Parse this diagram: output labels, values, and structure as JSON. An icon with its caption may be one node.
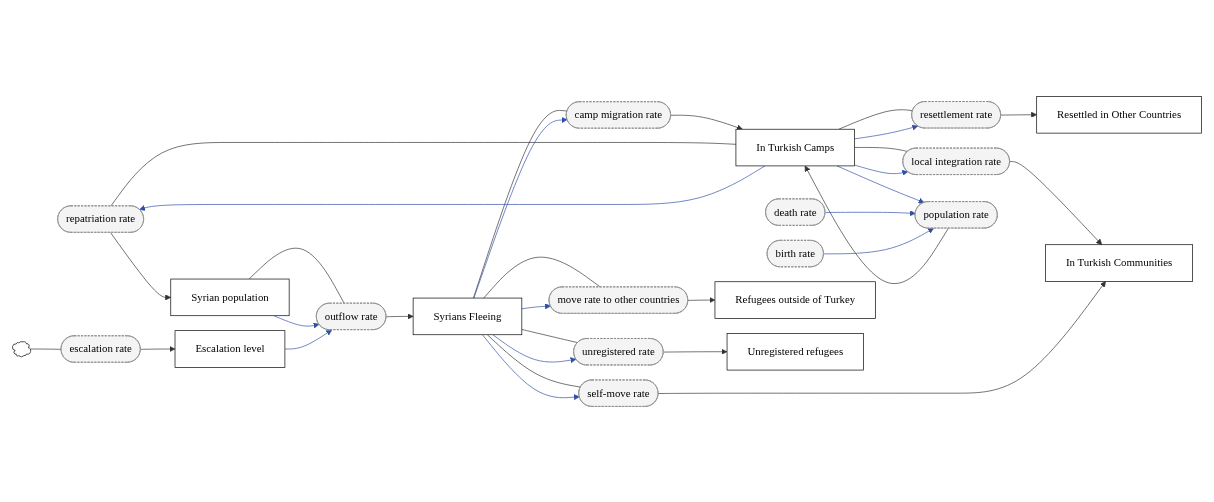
{
  "diagram": {
    "nodes": [
      {
        "text": [
          "repatriation rate"
        ]
      },
      {
        "text": [
          "Syrian population"
        ]
      },
      {
        "text": [
          "outflow rate"
        ]
      },
      {
        "text": [
          "Syrians Fleeing"
        ]
      },
      {
        "text": [
          "camp migration rate"
        ]
      },
      {
        "text": [
          "In Turkish Camps"
        ]
      },
      {
        "text": [
          "resettlement rate"
        ]
      },
      {
        "text": [
          "Resettled in Other Countries"
        ]
      },
      {
        "text": [
          "death rate"
        ]
      },
      {
        "text": [
          "birth rate"
        ]
      },
      {
        "text": [],
        "shape": "cloud"
      },
      {
        "text": [
          "escalation rate"
        ]
      },
      {
        "text": [
          "Escalation level"
        ]
      },
      {
        "text": [
          "In Turkish Communities"
        ]
      },
      {
        "text": [
          "local integration rate"
        ]
      },
      {
        "text": [
          "population rate"
        ]
      },
      {
        "text": [
          "self-move rate"
        ]
      },
      {
        "text": [
          "Refugees outside of Turkey"
        ]
      },
      {
        "text": [
          "move rate to other countries"
        ]
      },
      {
        "text": [
          "unregistered rate"
        ]
      },
      {
        "text": [
          "Unregistered refugees"
        ]
      }
    ],
    "edges": [
      {
        "from": 5,
        "to": 0,
        "arrow": "none"
      },
      {
        "from": 0,
        "to": 1,
        "arrow": "to"
      },
      {
        "from": 1,
        "to": 2,
        "arrow": "none"
      },
      {
        "from": 2,
        "to": 3,
        "arrow": "to"
      },
      {
        "from": 3,
        "to": 4,
        "arrow": "none"
      },
      {
        "from": 4,
        "to": 5,
        "arrow": "to"
      },
      {
        "from": 5,
        "to": 6,
        "arrow": "none"
      },
      {
        "from": 6,
        "to": 7,
        "arrow": "to"
      },
      {
        "from": 10,
        "to": 11,
        "arrow": "none"
      },
      {
        "from": 11,
        "to": 12,
        "arrow": "to"
      },
      {
        "from": 5,
        "to": 14,
        "arrow": "none"
      },
      {
        "from": 14,
        "to": 13,
        "arrow": "to"
      },
      {
        "from": 3,
        "to": 16,
        "arrow": "none"
      },
      {
        "from": 16,
        "to": 13,
        "arrow": "to"
      },
      {
        "from": 3,
        "to": 18,
        "arrow": "none"
      },
      {
        "from": 18,
        "to": 17,
        "arrow": "to"
      },
      {
        "from": 3,
        "to": 19,
        "arrow": "none"
      },
      {
        "from": 19,
        "to": 20,
        "arrow": "to"
      },
      {
        "from": 15,
        "to": 5,
        "arrow": "to"
      },
      {
        "from": 5,
        "to": 0,
        "arrow": "to",
        "color": "#2f4fa8"
      },
      {
        "from": 1,
        "to": 2,
        "arrow": "to",
        "color": "#2f4fa8"
      },
      {
        "from": 12,
        "to": 2,
        "arrow": "to",
        "color": "#2f4fa8"
      },
      {
        "from": 3,
        "to": 4,
        "arrow": "to",
        "color": "#2f4fa8"
      },
      {
        "from": 5,
        "to": 6,
        "arrow": "to",
        "color": "#2f4fa8"
      },
      {
        "from": 5,
        "to": 14,
        "arrow": "to",
        "color": "#2f4fa8"
      },
      {
        "from": 5,
        "to": 15,
        "arrow": "to",
        "color": "#2f4fa8"
      },
      {
        "from": 8,
        "to": 15,
        "arrow": "to",
        "color": "#2f4fa8"
      },
      {
        "from": 9,
        "to": 15,
        "arrow": "to",
        "color": "#2f4fa8"
      },
      {
        "from": 3,
        "to": 16,
        "arrow": "to",
        "color": "#2f4fa8"
      },
      {
        "from": 3,
        "to": 18,
        "arrow": "to",
        "color": "#2f4fa8"
      },
      {
        "from": 3,
        "to": 19,
        "arrow": "to",
        "color": "#2f4fa8"
      }
    ]
  }
}
